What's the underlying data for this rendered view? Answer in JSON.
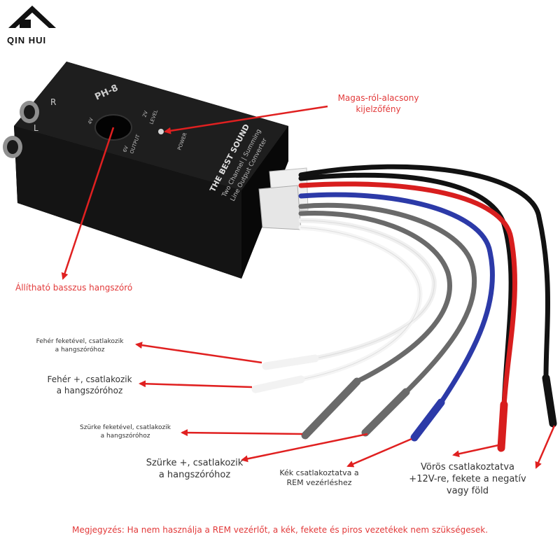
{
  "brand": {
    "name": "QIN HUI"
  },
  "device": {
    "model": "PH-8",
    "title": "THE BEST SOUND",
    "sub1": "Two Channel | Summing",
    "sub2": "Line Output Converter",
    "left": "L",
    "right": "R",
    "output": "OUTPUT",
    "level": "LEVEL",
    "power": "POWER",
    "v4": "4V",
    "v2": "2V",
    "v6": "6V"
  },
  "labels": {
    "led": [
      "Magas-ról-alacsony",
      "kijelzőfény"
    ],
    "bass": "Állítható basszus hangszóró",
    "white_neg": [
      "Fehér feketével, csatlakozik",
      "a hangszóróhoz"
    ],
    "white_pos": [
      "Fehér +, csatlakozik",
      "a hangszóróhoz"
    ],
    "gray_neg": [
      "Szürke feketével, csatlakozik",
      "a hangszóróhoz"
    ],
    "gray_pos": [
      "Szürke +, csatlakozik",
      "a hangszóróhoz"
    ],
    "blue": [
      "Kék csatlakoztatva a",
      "REM vezérléshez"
    ],
    "red_black": [
      "Vörös csatlakoztatva",
      "+12V-re, fekete a negatív",
      "vagy föld"
    ]
  },
  "note": "Megjegyzés: Ha nem használja a REM vezérlőt, a kék, fekete és piros vezetékek nem szükségesek.",
  "colors": {
    "arrow": "#e02020",
    "wire_red": "#d81e1e",
    "wire_blue": "#2c3aa8",
    "wire_gray": "#6a6a6a",
    "wire_black": "#121212"
  }
}
